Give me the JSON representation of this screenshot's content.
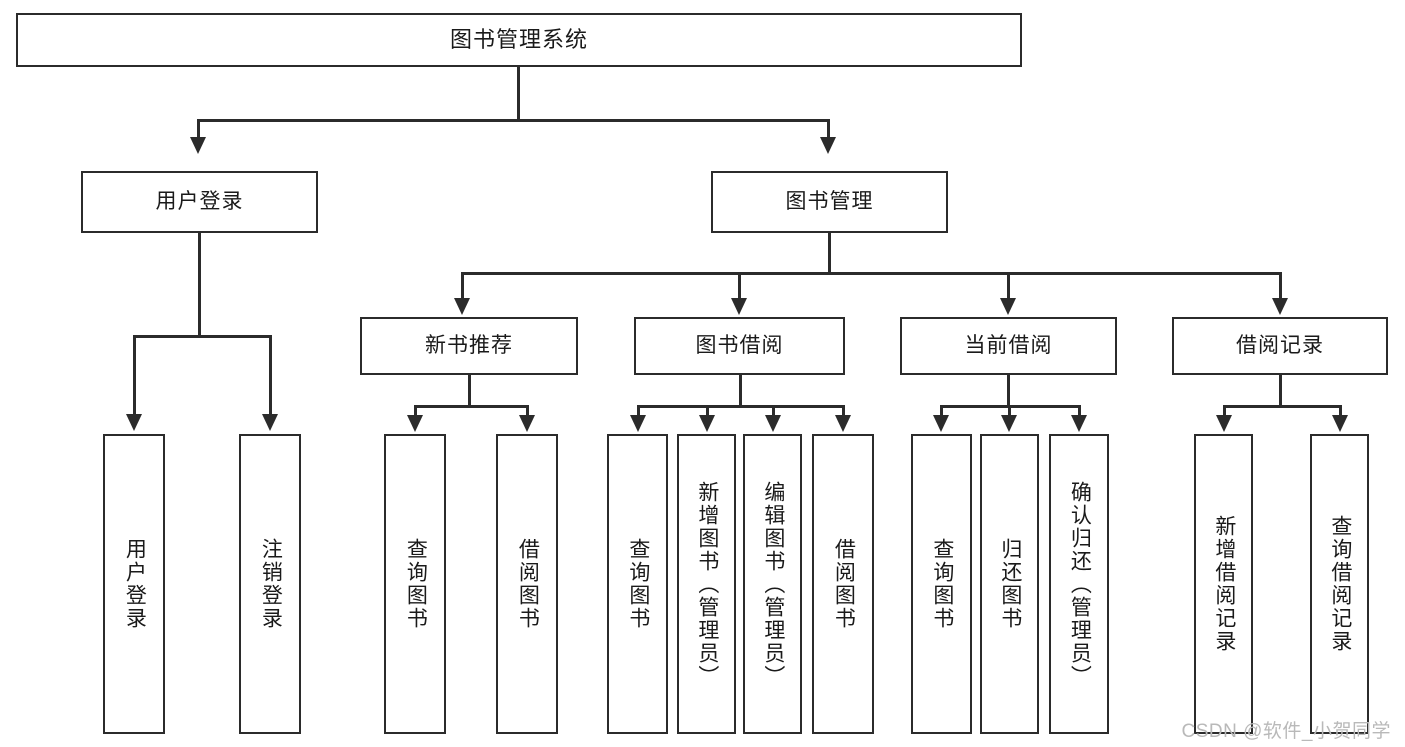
{
  "diagram": {
    "title": "图书管理系统",
    "type": "tree-hierarchy-diagram",
    "root": {
      "label": "图书管理系统"
    },
    "level2": [
      {
        "id": "user-login",
        "label": "用户登录"
      },
      {
        "id": "book-manage",
        "label": "图书管理"
      }
    ],
    "level3": [
      {
        "id": "new-book-recommend",
        "label": "新书推荐",
        "parent": "book-manage"
      },
      {
        "id": "book-borrow",
        "label": "图书借阅",
        "parent": "book-manage"
      },
      {
        "id": "current-borrow",
        "label": "当前借阅",
        "parent": "book-manage"
      },
      {
        "id": "borrow-record",
        "label": "借阅记录",
        "parent": "book-manage"
      }
    ],
    "leaves": {
      "user-login": [
        {
          "id": "leaf-user-login",
          "label": "用户登录"
        },
        {
          "id": "leaf-logout",
          "label": "注销登录"
        }
      ],
      "new-book-recommend": [
        {
          "id": "leaf-query-book-1",
          "label": "查询图书"
        },
        {
          "id": "leaf-borrow-book-1",
          "label": "借阅图书"
        }
      ],
      "book-borrow": [
        {
          "id": "leaf-query-book-2",
          "label": "查询图书"
        },
        {
          "id": "leaf-add-book",
          "label": "新增图书（管理员）"
        },
        {
          "id": "leaf-edit-book",
          "label": "编辑图书（管理员）"
        },
        {
          "id": "leaf-borrow-book-2",
          "label": "借阅图书"
        }
      ],
      "current-borrow": [
        {
          "id": "leaf-query-book-3",
          "label": "查询图书"
        },
        {
          "id": "leaf-return-book",
          "label": "归还图书"
        },
        {
          "id": "leaf-confirm-return",
          "label": "确认归还（管理员）"
        }
      ],
      "borrow-record": [
        {
          "id": "leaf-add-record",
          "label": "新增借阅记录"
        },
        {
          "id": "leaf-query-record",
          "label": "查询借阅记录"
        }
      ]
    }
  },
  "watermark": {
    "text": "CSDN @软件_小贺同学"
  },
  "colors": {
    "stroke": "#2b2b2b",
    "background": "#ffffff",
    "text": "#1a1a1a",
    "watermark": "#b9b9b9"
  }
}
